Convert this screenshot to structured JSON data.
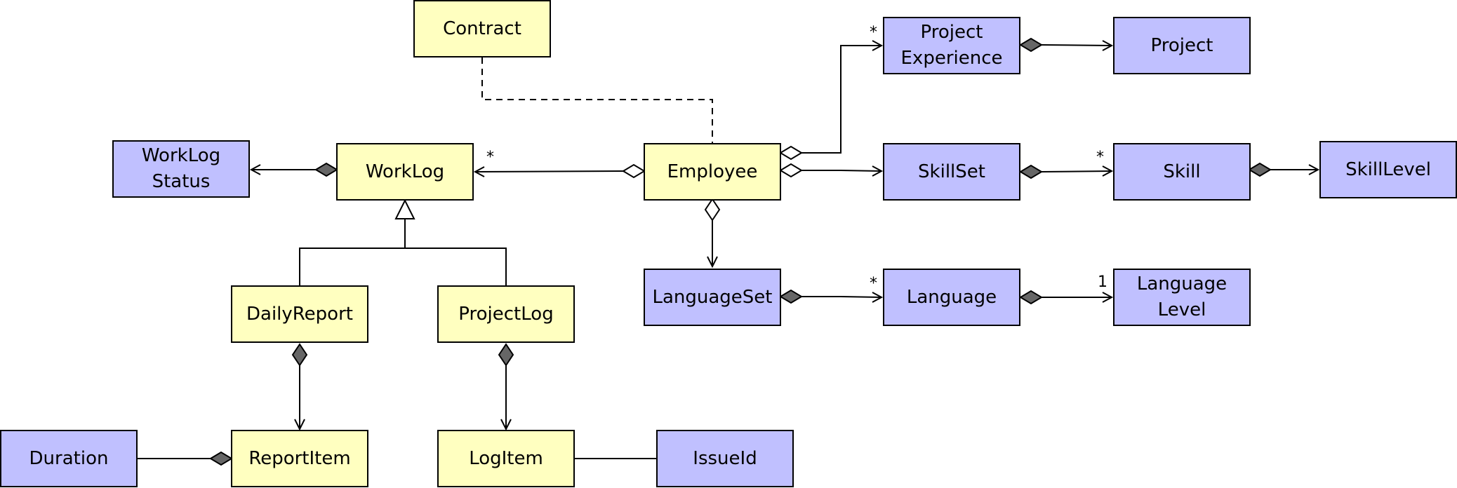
{
  "classes": {
    "contract": "Contract",
    "project_experience": "Project\nExperience",
    "project": "Project",
    "worklog_status": "WorkLog\nStatus",
    "worklog": "WorkLog",
    "employee": "Employee",
    "skillset": "SkillSet",
    "skill": "Skill",
    "skill_level": "SkillLevel",
    "daily_report": "DailyReport",
    "project_log": "ProjectLog",
    "language_set": "LanguageSet",
    "language": "Language",
    "language_level": "Language\nLevel",
    "duration": "Duration",
    "report_item": "ReportItem",
    "log_item": "LogItem",
    "issue_id": "IssueId"
  },
  "multiplicities": {
    "worklog_many": "*",
    "project_experience_many": "*",
    "skill_many": "*",
    "language_many": "*",
    "language_level_one": "1"
  },
  "colors": {
    "domain_class": "#ffffc0",
    "value_class": "#c0c0ff",
    "composition_fill": "#666666",
    "line": "#000000"
  }
}
